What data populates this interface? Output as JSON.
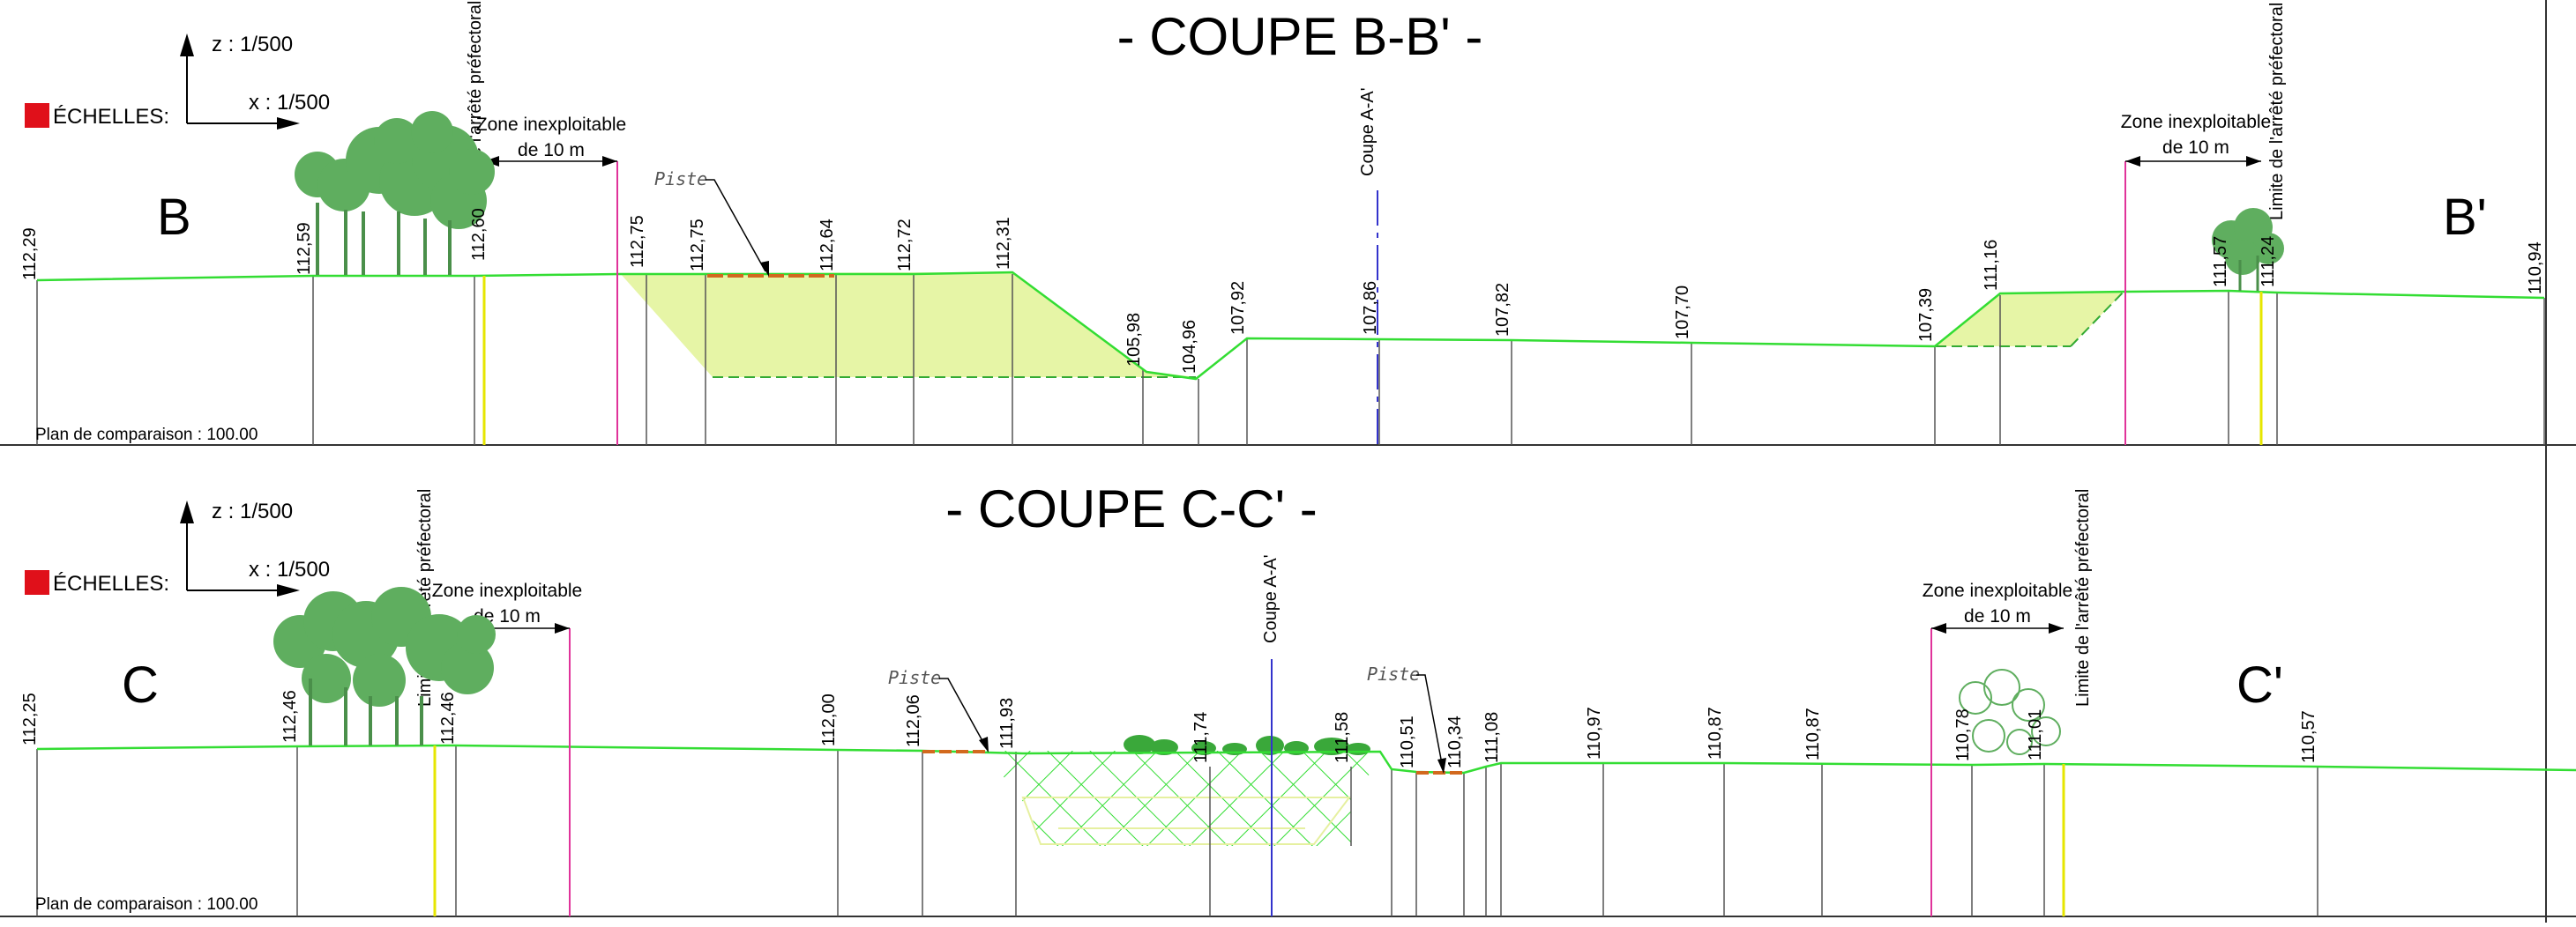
{
  "sections": [
    {
      "id": "bb",
      "title": "- COUPE B-B' -",
      "scale_z": "z : 1/500",
      "scale_x": "x : 1/500",
      "scales_label": "ÉCHELLES:",
      "start_letter": "B",
      "end_letter": "B'",
      "datum": "Plan de comparaison : 100.00",
      "piste_label": "Piste",
      "coupe_label": "Coupe A-A'",
      "zone_left": [
        "Zone inexploitable",
        "de 10 m"
      ],
      "zone_right": [
        "Zone inexploitable",
        "de 10 m"
      ],
      "limite_left": "Limite de l'arrêté préfectoral",
      "limite_right": "Limite de l'arrêté préfectoral",
      "elevations": [
        "112,29",
        "112,59",
        "112,60",
        "112,75",
        "112,75",
        "112,64",
        "112,72",
        "112,31",
        "105,98",
        "104,96",
        "107,92",
        "107,86",
        "107,82",
        "107,70",
        "107,39",
        "111,16",
        "111,57",
        "111,24",
        "110,94"
      ]
    },
    {
      "id": "cc",
      "title": "- COUPE C-C' -",
      "scale_z": "z : 1/500",
      "scale_x": "x : 1/500",
      "scales_label": "ÉCHELLES:",
      "start_letter": "C",
      "end_letter": "C'",
      "datum": "Plan de comparaison : 100.00",
      "piste_label": "Piste",
      "piste_label_2": "Piste",
      "coupe_label": "Coupe A-A'",
      "zone_left": [
        "Zone inexploitable",
        "de 10 m"
      ],
      "zone_right": [
        "Zone inexploitable",
        "de 10 m"
      ],
      "limite_left": "Limite de l'arrêté préfectoral",
      "limite_right": "Limite de l'arrêté préfectoral",
      "elevations": [
        "112,25",
        "112,46",
        "112,46",
        "112,00",
        "112,06",
        "111,93",
        "111,74",
        "111,58",
        "110,51",
        "110,34",
        "111,08",
        "110,97",
        "110,87",
        "110,87",
        "110,78",
        "111,01",
        "110,57"
      ]
    }
  ],
  "colors": {
    "ground": "#33dd33",
    "fill": "#e6f5a6",
    "hatch": "#33dd33",
    "piste": "#d2691e",
    "limite": "#e6e600",
    "zone": "#e0339a",
    "coupe": "#3333cc",
    "tree": "#5fae5f",
    "scale_square": "#e0101a"
  }
}
